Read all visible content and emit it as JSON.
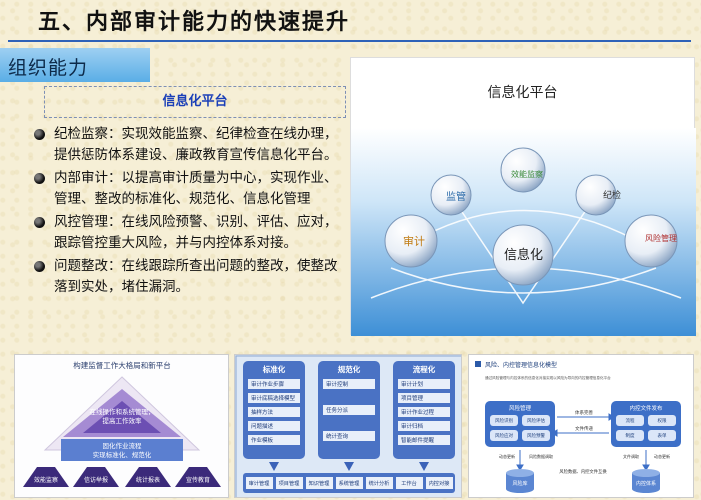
{
  "slide": {
    "title": "五、内部审计能力的快速提升",
    "section_tab": "组织能力",
    "platform_label": "信息化平台"
  },
  "bullets": [
    {
      "text": "纪检监察：实现效能监察、纪律检查在线办理，提供惩防体系建设、廉政教育宣传信息化平台。"
    },
    {
      "text": "内部审计：以提高审计质量为中心，实现作业、管理、整改的标准化、规范化、信息化管理"
    },
    {
      "text": "风控管理：在线风险预警、识别、评估、应对，跟踪管控重大风险，并与内控体系对接。"
    },
    {
      "text": "问题整改：在线跟踪所查出问题的整改，使整改落到实处，堵住漏洞。"
    }
  ],
  "platform_diagram": {
    "title": "信息化平台",
    "hub": "信息化",
    "nodes": [
      {
        "label": "效能监察",
        "color": "#3a8a3a"
      },
      {
        "label": "监管",
        "color": "#2a6aa8"
      },
      {
        "label": "审计",
        "color": "#c07a10"
      },
      {
        "label": "纪检",
        "color": "#333333"
      },
      {
        "label": "风险管理",
        "color": "#b03030"
      }
    ]
  },
  "pyramid": {
    "title": "构建监督工作大格局和新平台",
    "tier1": [
      "在线操作和系统管理，",
      "提高工作效率"
    ],
    "tier2": [
      "固化作业流程",
      "实现标准化、规范化"
    ],
    "base": [
      "效能监察",
      "信访举报",
      "统计报表",
      "宣传教育"
    ]
  },
  "standards": {
    "columns": [
      {
        "header": "标准化",
        "items": [
          "审计作业步骤",
          "审计底稿选择模型",
          "抽样方法",
          "问题描述",
          "作业模板"
        ]
      },
      {
        "header": "规范化",
        "items": [
          "审计控制",
          "任务分派",
          "统计查询"
        ]
      },
      {
        "header": "流程化",
        "items": [
          "审计计划",
          "项目管理",
          "审计作业过程",
          "审计归档",
          "智能邮件提醒"
        ]
      }
    ],
    "bottom": [
      "审计管理",
      "项目管理",
      "知识管理",
      "系统管理",
      "统计分析",
      "工作台",
      "内控对接"
    ]
  },
  "risk_model": {
    "title": "风险、内控管理信息化模型",
    "subtitle": "通过风险管理与内控体系的信息化对接实现以风险为导向的内控管理信息化平台",
    "left_box": {
      "title": "风险管理",
      "items": [
        "风险识别",
        "风险评估",
        "风险应对",
        "风险预警"
      ]
    },
    "right_box": {
      "title": "内控文件发布",
      "items": [
        "流程",
        "权限",
        "制度",
        "表单"
      ]
    },
    "link_labels": [
      "体系完善",
      "文件传递"
    ],
    "left_db": "风险库",
    "right_db": "内控体系",
    "left_side": "动态更新",
    "left_side2": "风险数据调取",
    "right_side": "文件调取",
    "right_side2": "动态更新",
    "bottom_note": "风险数据、内控文件互换"
  }
}
